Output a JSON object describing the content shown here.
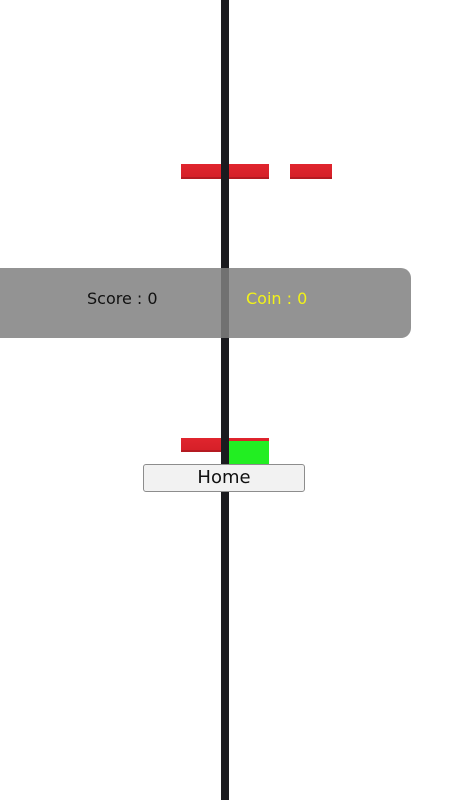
{
  "hud": {
    "score_text": "Score : 0",
    "coin_text": "Coin : 0"
  },
  "buttons": {
    "home_label": "Home"
  },
  "colors": {
    "pole": "#1b1b1f",
    "block": "#d41f27",
    "player": "#22ee22",
    "panel": "#808080",
    "coin_text": "#f2f21a"
  }
}
